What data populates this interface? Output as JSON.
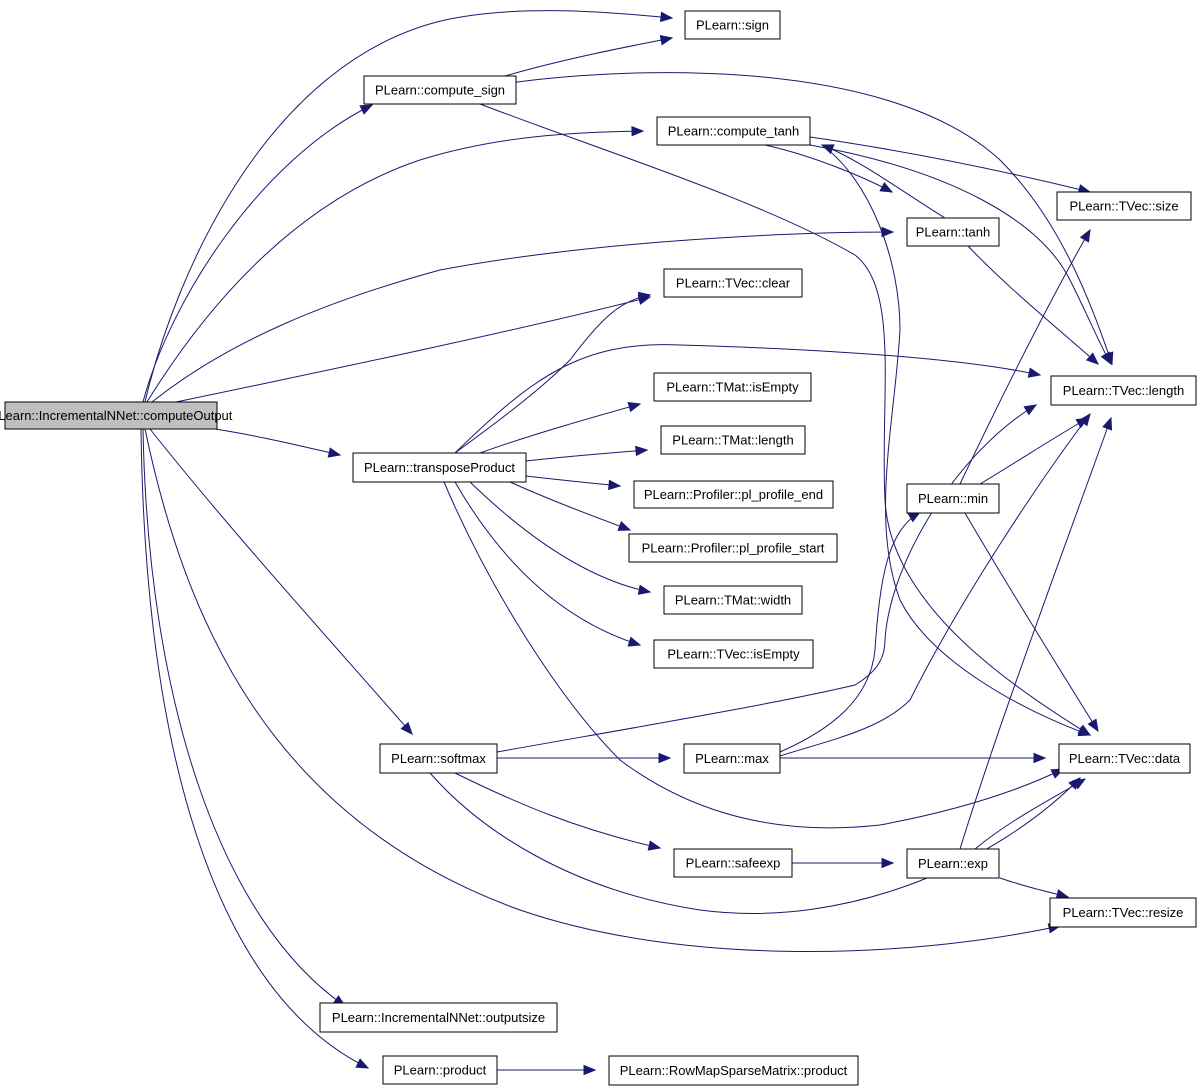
{
  "diagram": {
    "colors": {
      "edge": "#191970",
      "root_fill": "#bfbfbf",
      "node_fill": "#ffffff",
      "node_border": "#000000"
    },
    "nodes": [
      {
        "id": "root",
        "label": "PLearn::IncrementalNNet::computeOutput"
      },
      {
        "id": "sign",
        "label": "PLearn::sign"
      },
      {
        "id": "compute_sign",
        "label": "PLearn::compute_sign"
      },
      {
        "id": "compute_tanh",
        "label": "PLearn::compute_tanh"
      },
      {
        "id": "tvec_size",
        "label": "PLearn::TVec::size"
      },
      {
        "id": "tanh",
        "label": "PLearn::tanh"
      },
      {
        "id": "tvec_clear",
        "label": "PLearn::TVec::clear"
      },
      {
        "id": "tmat_isempty",
        "label": "PLearn::TMat::isEmpty"
      },
      {
        "id": "tvec_length",
        "label": "PLearn::TVec::length"
      },
      {
        "id": "tmat_length",
        "label": "PLearn::TMat::length"
      },
      {
        "id": "transpose_product",
        "label": "PLearn::transposeProduct"
      },
      {
        "id": "pl_profile_end",
        "label": "PLearn::Profiler::pl_profile_end"
      },
      {
        "id": "min",
        "label": "PLearn::min"
      },
      {
        "id": "pl_profile_start",
        "label": "PLearn::Profiler::pl_profile_start"
      },
      {
        "id": "tmat_width",
        "label": "PLearn::TMat::width"
      },
      {
        "id": "tvec_isempty",
        "label": "PLearn::TVec::isEmpty"
      },
      {
        "id": "softmax",
        "label": "PLearn::softmax"
      },
      {
        "id": "max",
        "label": "PLearn::max"
      },
      {
        "id": "tvec_data",
        "label": "PLearn::TVec::data"
      },
      {
        "id": "safeexp",
        "label": "PLearn::safeexp"
      },
      {
        "id": "exp",
        "label": "PLearn::exp"
      },
      {
        "id": "tvec_resize",
        "label": "PLearn::TVec::resize"
      },
      {
        "id": "outputsize",
        "label": "PLearn::IncrementalNNet::outputsize"
      },
      {
        "id": "product",
        "label": "PLearn::product"
      },
      {
        "id": "rowmap_product",
        "label": "PLearn::RowMapSparseMatrix::product"
      }
    ],
    "edges": [
      {
        "from": "root",
        "to": "sign"
      },
      {
        "from": "root",
        "to": "compute_sign"
      },
      {
        "from": "root",
        "to": "compute_tanh"
      },
      {
        "from": "root",
        "to": "tanh"
      },
      {
        "from": "root",
        "to": "tvec_clear"
      },
      {
        "from": "root",
        "to": "transpose_product"
      },
      {
        "from": "root",
        "to": "softmax"
      },
      {
        "from": "root",
        "to": "tvec_resize"
      },
      {
        "from": "root",
        "to": "outputsize"
      },
      {
        "from": "root",
        "to": "product"
      },
      {
        "from": "compute_sign",
        "to": "sign"
      },
      {
        "from": "compute_sign",
        "to": "tvec_length"
      },
      {
        "from": "compute_sign",
        "to": "tvec_data"
      },
      {
        "from": "compute_tanh",
        "to": "tanh"
      },
      {
        "from": "compute_tanh",
        "to": "tvec_size"
      },
      {
        "from": "compute_tanh",
        "to": "tvec_length"
      },
      {
        "from": "compute_tanh",
        "to": "tvec_data"
      },
      {
        "from": "tanh",
        "to": "compute_tanh"
      },
      {
        "from": "tanh",
        "to": "tvec_length"
      },
      {
        "from": "transpose_product",
        "to": "tvec_clear"
      },
      {
        "from": "transpose_product",
        "to": "tmat_isempty"
      },
      {
        "from": "transpose_product",
        "to": "tvec_length"
      },
      {
        "from": "transpose_product",
        "to": "tmat_length"
      },
      {
        "from": "transpose_product",
        "to": "pl_profile_end"
      },
      {
        "from": "transpose_product",
        "to": "pl_profile_start"
      },
      {
        "from": "transpose_product",
        "to": "tmat_width"
      },
      {
        "from": "transpose_product",
        "to": "tvec_isempty"
      },
      {
        "from": "transpose_product",
        "to": "tvec_data"
      },
      {
        "from": "softmax",
        "to": "max"
      },
      {
        "from": "softmax",
        "to": "tvec_length"
      },
      {
        "from": "softmax",
        "to": "safeexp"
      },
      {
        "from": "softmax",
        "to": "tvec_data"
      },
      {
        "from": "max",
        "to": "tvec_data"
      },
      {
        "from": "max",
        "to": "min"
      },
      {
        "from": "max",
        "to": "tvec_length"
      },
      {
        "from": "min",
        "to": "tvec_size"
      },
      {
        "from": "min",
        "to": "tvec_length"
      },
      {
        "from": "min",
        "to": "tvec_data"
      },
      {
        "from": "safeexp",
        "to": "exp"
      },
      {
        "from": "exp",
        "to": "tvec_data"
      },
      {
        "from": "exp",
        "to": "tvec_length"
      },
      {
        "from": "exp",
        "to": "tvec_resize"
      },
      {
        "from": "product",
        "to": "rowmap_product"
      }
    ]
  }
}
